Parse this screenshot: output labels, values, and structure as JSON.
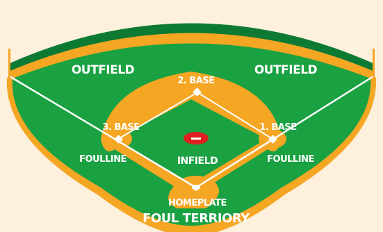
{
  "labels": {
    "outfield_left": "OUTFIELD",
    "outfield_right": "OUTFIELD",
    "second_base": "2. BASE",
    "third_base": "3. BASE",
    "first_base": "1. BASE",
    "foulline_left": "FOULLINE",
    "foulline_right": "FOULLINE",
    "infield": "INFIELD",
    "homeplate": "HOMEPLATE",
    "foul_territory": "FOUL TERRIORY"
  },
  "colors": {
    "background": "#fdf0dc",
    "grass": "#1aa142",
    "dark_grass": "#0d7a34",
    "dirt": "#f5a623",
    "lines": "#ffffff",
    "mound": "#e02020"
  }
}
